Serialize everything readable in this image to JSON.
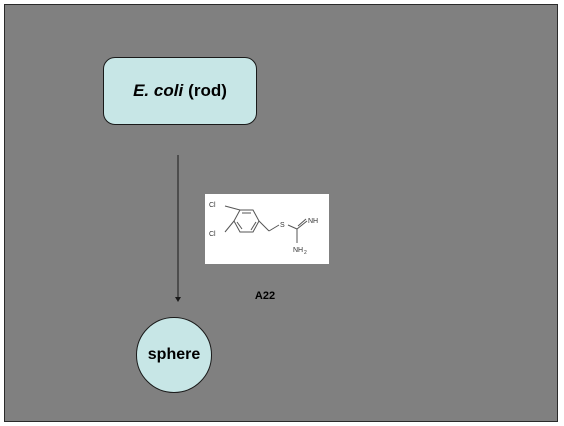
{
  "diagram": {
    "start_node": {
      "organism": "E. coli",
      "shape_note": "(rod)"
    },
    "compound": {
      "label": "A22",
      "atoms": {
        "chlorine_1": "Cl",
        "chlorine_2": "Cl",
        "sulfur": "S",
        "imine": "NH",
        "amine": "NH",
        "amine_subscript": "2"
      }
    },
    "end_node": {
      "label": "sphere"
    },
    "colors": {
      "background": "#808080",
      "node_fill": "#c7e6e6",
      "compound_panel": "#ffffff"
    }
  }
}
